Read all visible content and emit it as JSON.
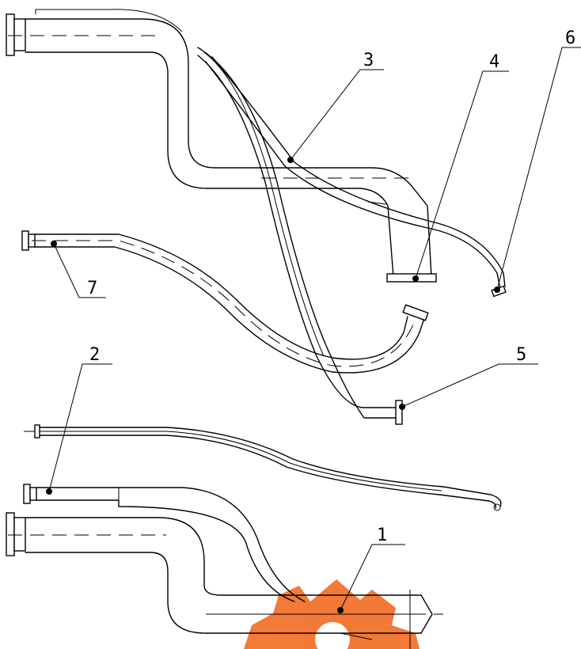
{
  "diagram": {
    "callouts": [
      {
        "id": "label-1",
        "text": "1"
      },
      {
        "id": "label-2",
        "text": "2"
      },
      {
        "id": "label-3",
        "text": "3"
      },
      {
        "id": "label-4",
        "text": "4"
      },
      {
        "id": "label-5",
        "text": "5"
      },
      {
        "id": "label-6",
        "text": "6"
      },
      {
        "id": "label-7",
        "text": "7"
      }
    ],
    "colors": {
      "line": "#000000",
      "background": "#ffffff",
      "watermark": "#f26b21"
    }
  }
}
